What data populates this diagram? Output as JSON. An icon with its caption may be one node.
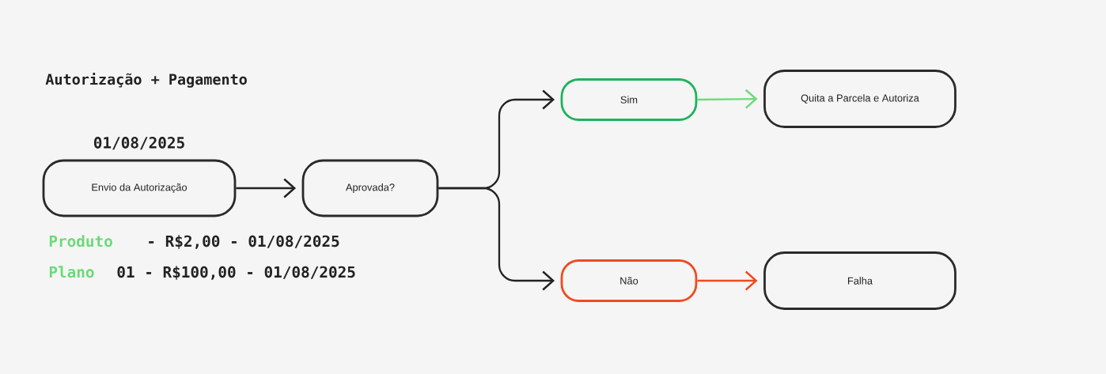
{
  "diagram": {
    "title": "Autorização + Pagamento",
    "nodes": [
      {
        "text": [
          "Envio da Autorização"
        ],
        "beside": [
          "01/08/2025"
        ]
      },
      {
        "text": [
          "Aprovada?"
        ]
      },
      {
        "text": [
          "Sim"
        ]
      },
      {
        "text": [
          "Não"
        ]
      },
      {
        "text": [
          "Quita a Parcela e Autoriza"
        ]
      },
      {
        "text": [
          "Falha"
        ]
      }
    ],
    "edges": [
      {
        "from": 0,
        "to": 1,
        "arrow": "to"
      },
      {
        "from": 1,
        "to": 2,
        "arrow": "to"
      },
      {
        "from": 1,
        "to": 3,
        "arrow": "to"
      },
      {
        "from": 2,
        "to": 4,
        "arrow": "to",
        "color": "#6cdc7a"
      },
      {
        "from": 3,
        "to": 5,
        "arrow": "to",
        "color": "#f04a23"
      }
    ],
    "labels": [
      "Produto",
      "- R$2,00 - 01/08/2025",
      "Plano",
      "01 - R$100,00 - 01/08/2025"
    ]
  }
}
